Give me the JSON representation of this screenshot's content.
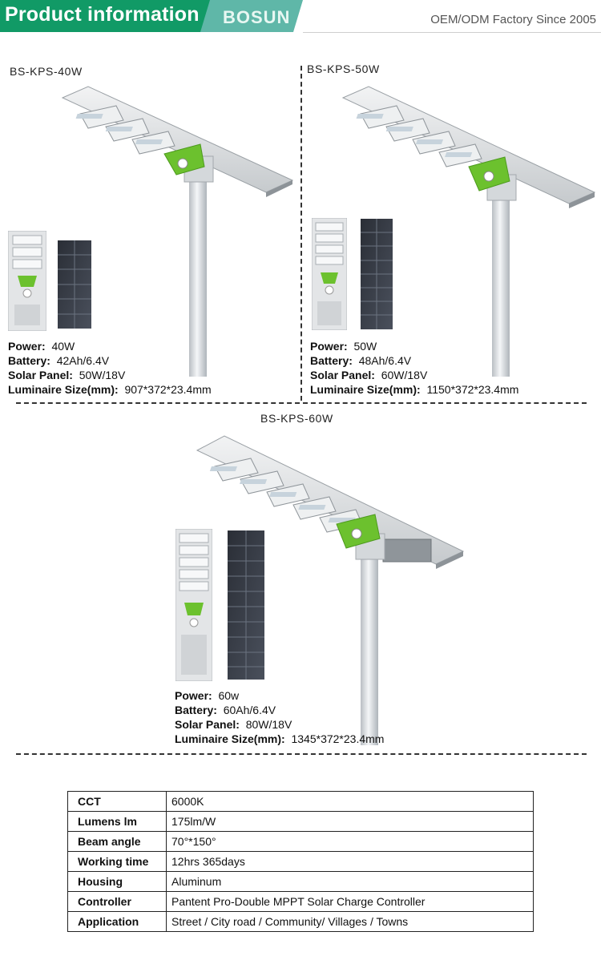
{
  "header": {
    "title": "Product information",
    "brand": "BOSUN",
    "tagline": "OEM/ODM Factory Since 2005"
  },
  "products": [
    {
      "model": "BS-KPS-40W",
      "specs": [
        {
          "label": "Power",
          "value": "40W"
        },
        {
          "label": "Battery",
          "value": "42Ah/6.4V"
        },
        {
          "label": "Solar Panel",
          "value": "50W/18V"
        },
        {
          "label": "Luminaire Size(mm)",
          "value": "907*372*23.4mm"
        }
      ]
    },
    {
      "model": "BS-KPS-50W",
      "specs": [
        {
          "label": "Power",
          "value": "50W"
        },
        {
          "label": "Battery",
          "value": "48Ah/6.4V"
        },
        {
          "label": "Solar Panel",
          "value": "60W/18V"
        },
        {
          "label": "Luminaire Size(mm)",
          "value": "1150*372*23.4mm"
        }
      ]
    },
    {
      "model": "BS-KPS-60W",
      "specs": [
        {
          "label": "Power",
          "value": "60w"
        },
        {
          "label": "Battery",
          "value": "60Ah/6.4V"
        },
        {
          "label": "Solar Panel",
          "value": "80W/18V"
        },
        {
          "label": "Luminaire Size(mm)",
          "value": "1345*372*23.4mm"
        }
      ]
    }
  ],
  "spec_table": [
    {
      "key": "CCT",
      "value": "6000K"
    },
    {
      "key": "Lumens lm",
      "value": "175lm/W"
    },
    {
      "key": "Beam angle",
      "value": "70°*150°"
    },
    {
      "key": "Working time",
      "value": "12hrs 365days"
    },
    {
      "key": "Housing",
      "value": "Aluminum"
    },
    {
      "key": "Controller",
      "value": "Pantent Pro-Double MPPT Solar Charge Controller"
    },
    {
      "key": "Application",
      "value": "Street / City road / Community/ Villages / Towns"
    }
  ],
  "colors": {
    "header_green": "#119a66",
    "header_teal": "#5fb7a8",
    "sensor_green": "#6cc12e"
  }
}
